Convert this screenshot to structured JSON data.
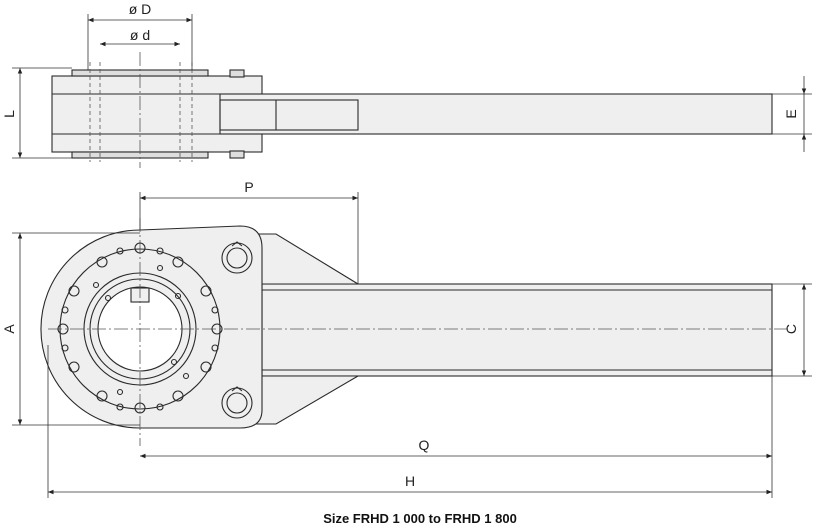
{
  "caption": "Size FRHD 1 000 to FRHD 1 800",
  "dimensions": {
    "outer_diameter": "ø D",
    "inner_diameter": "ø d",
    "length": "L",
    "arm_thickness": "E",
    "pivot_distance": "P",
    "height": "A",
    "arm_width": "C",
    "arm_length": "Q",
    "overall_length": "H"
  },
  "colors": {
    "line": "#2a2a2a",
    "fill": "#efefef",
    "background": "#ffffff"
  }
}
